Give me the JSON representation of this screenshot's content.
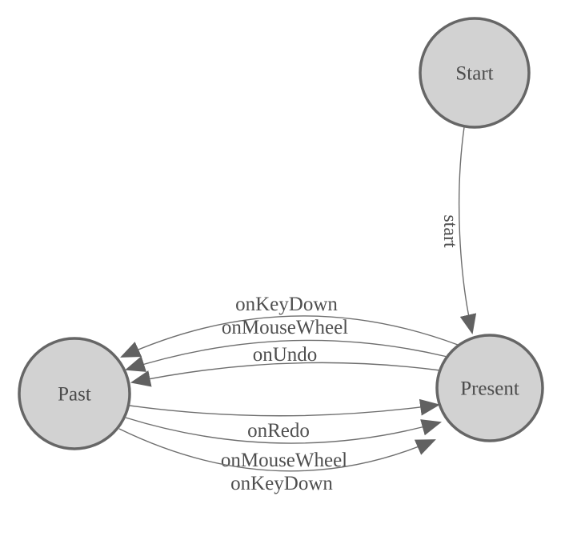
{
  "diagram": {
    "kind": "state-machine",
    "colors": {
      "background": "#ffffff",
      "node_fill": "#d2d2d2",
      "node_stroke": "#666666",
      "edge_stroke": "#6e6e6e",
      "arrow_fill": "#616161",
      "label_text": "#4c4c4c"
    },
    "nodes": [
      {
        "id": "start",
        "label": "Start"
      },
      {
        "id": "present",
        "label": "Present"
      },
      {
        "id": "past",
        "label": "Past"
      }
    ],
    "edges": [
      {
        "id": "start-to-present",
        "from": "Start",
        "to": "Present",
        "label": "start"
      },
      {
        "id": "present-to-past-keydown",
        "from": "Present",
        "to": "Past",
        "label": "onKeyDown"
      },
      {
        "id": "present-to-past-mousewheel",
        "from": "Present",
        "to": "Past",
        "label": "onMouseWheel"
      },
      {
        "id": "present-to-past-undo",
        "from": "Present",
        "to": "Past",
        "label": "onUndo"
      },
      {
        "id": "past-to-present-redo",
        "from": "Past",
        "to": "Present",
        "label": "onRedo"
      },
      {
        "id": "past-to-present-mousewheel",
        "from": "Past",
        "to": "Present",
        "label": "onMouseWheel"
      },
      {
        "id": "past-to-present-keydown",
        "from": "Past",
        "to": "Present",
        "label": "onKeyDown"
      }
    ]
  }
}
